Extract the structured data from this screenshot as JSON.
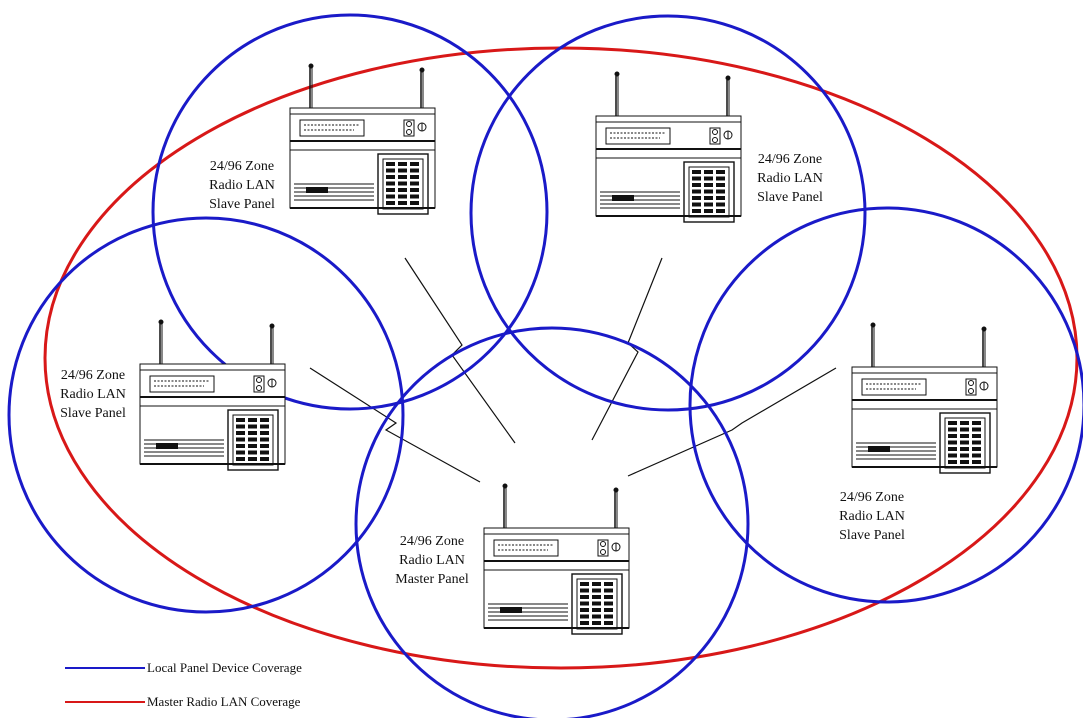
{
  "colors": {
    "local": "#1a1ac8",
    "master": "#d81818",
    "ink": "#111111"
  },
  "panels": [
    {
      "id": "slave-top-left",
      "lines": [
        "24/96 Zone",
        "Radio LAN",
        "Slave Panel"
      ]
    },
    {
      "id": "slave-top-right",
      "lines": [
        "24/96 Zone",
        "Radio LAN",
        "Slave Panel"
      ]
    },
    {
      "id": "slave-left",
      "lines": [
        "24/96 Zone",
        "Radio LAN",
        "Slave Panel"
      ]
    },
    {
      "id": "slave-right",
      "lines": [
        "24/96 Zone",
        "Radio LAN",
        "Slave Panel"
      ]
    },
    {
      "id": "master",
      "lines": [
        "24/96 Zone",
        "Radio LAN",
        "Master Panel"
      ]
    }
  ],
  "legend": [
    {
      "label": "Local Panel Device Coverage",
      "color": "#1a1ac8"
    },
    {
      "label": "Master Radio LAN Coverage",
      "color": "#d81818"
    }
  ]
}
